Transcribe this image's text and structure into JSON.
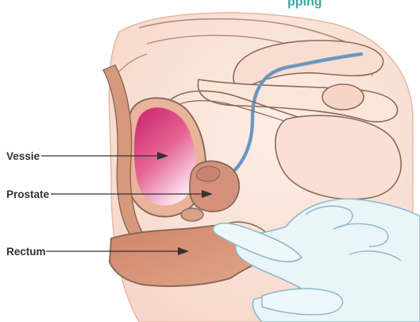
{
  "labels": {
    "bladder": "Vessie",
    "prostate": "Prostate",
    "rectum": "Rectum"
  },
  "header_fragment": "pping",
  "colors": {
    "bladder_top": "#c8206a",
    "bladder_bottom": "#fbe3ec",
    "skin": "#f4cfc0",
    "body_light": "#fde9e0",
    "rectum": "#d9967a",
    "prostate": "#d3917b",
    "urethra": "#6a9fd1",
    "outline": "#8a6a58",
    "glove": "#e9f5f8",
    "glove_outline": "#8fb8c8",
    "leader_line": "#333333",
    "header_text": "#3aa9a6"
  }
}
